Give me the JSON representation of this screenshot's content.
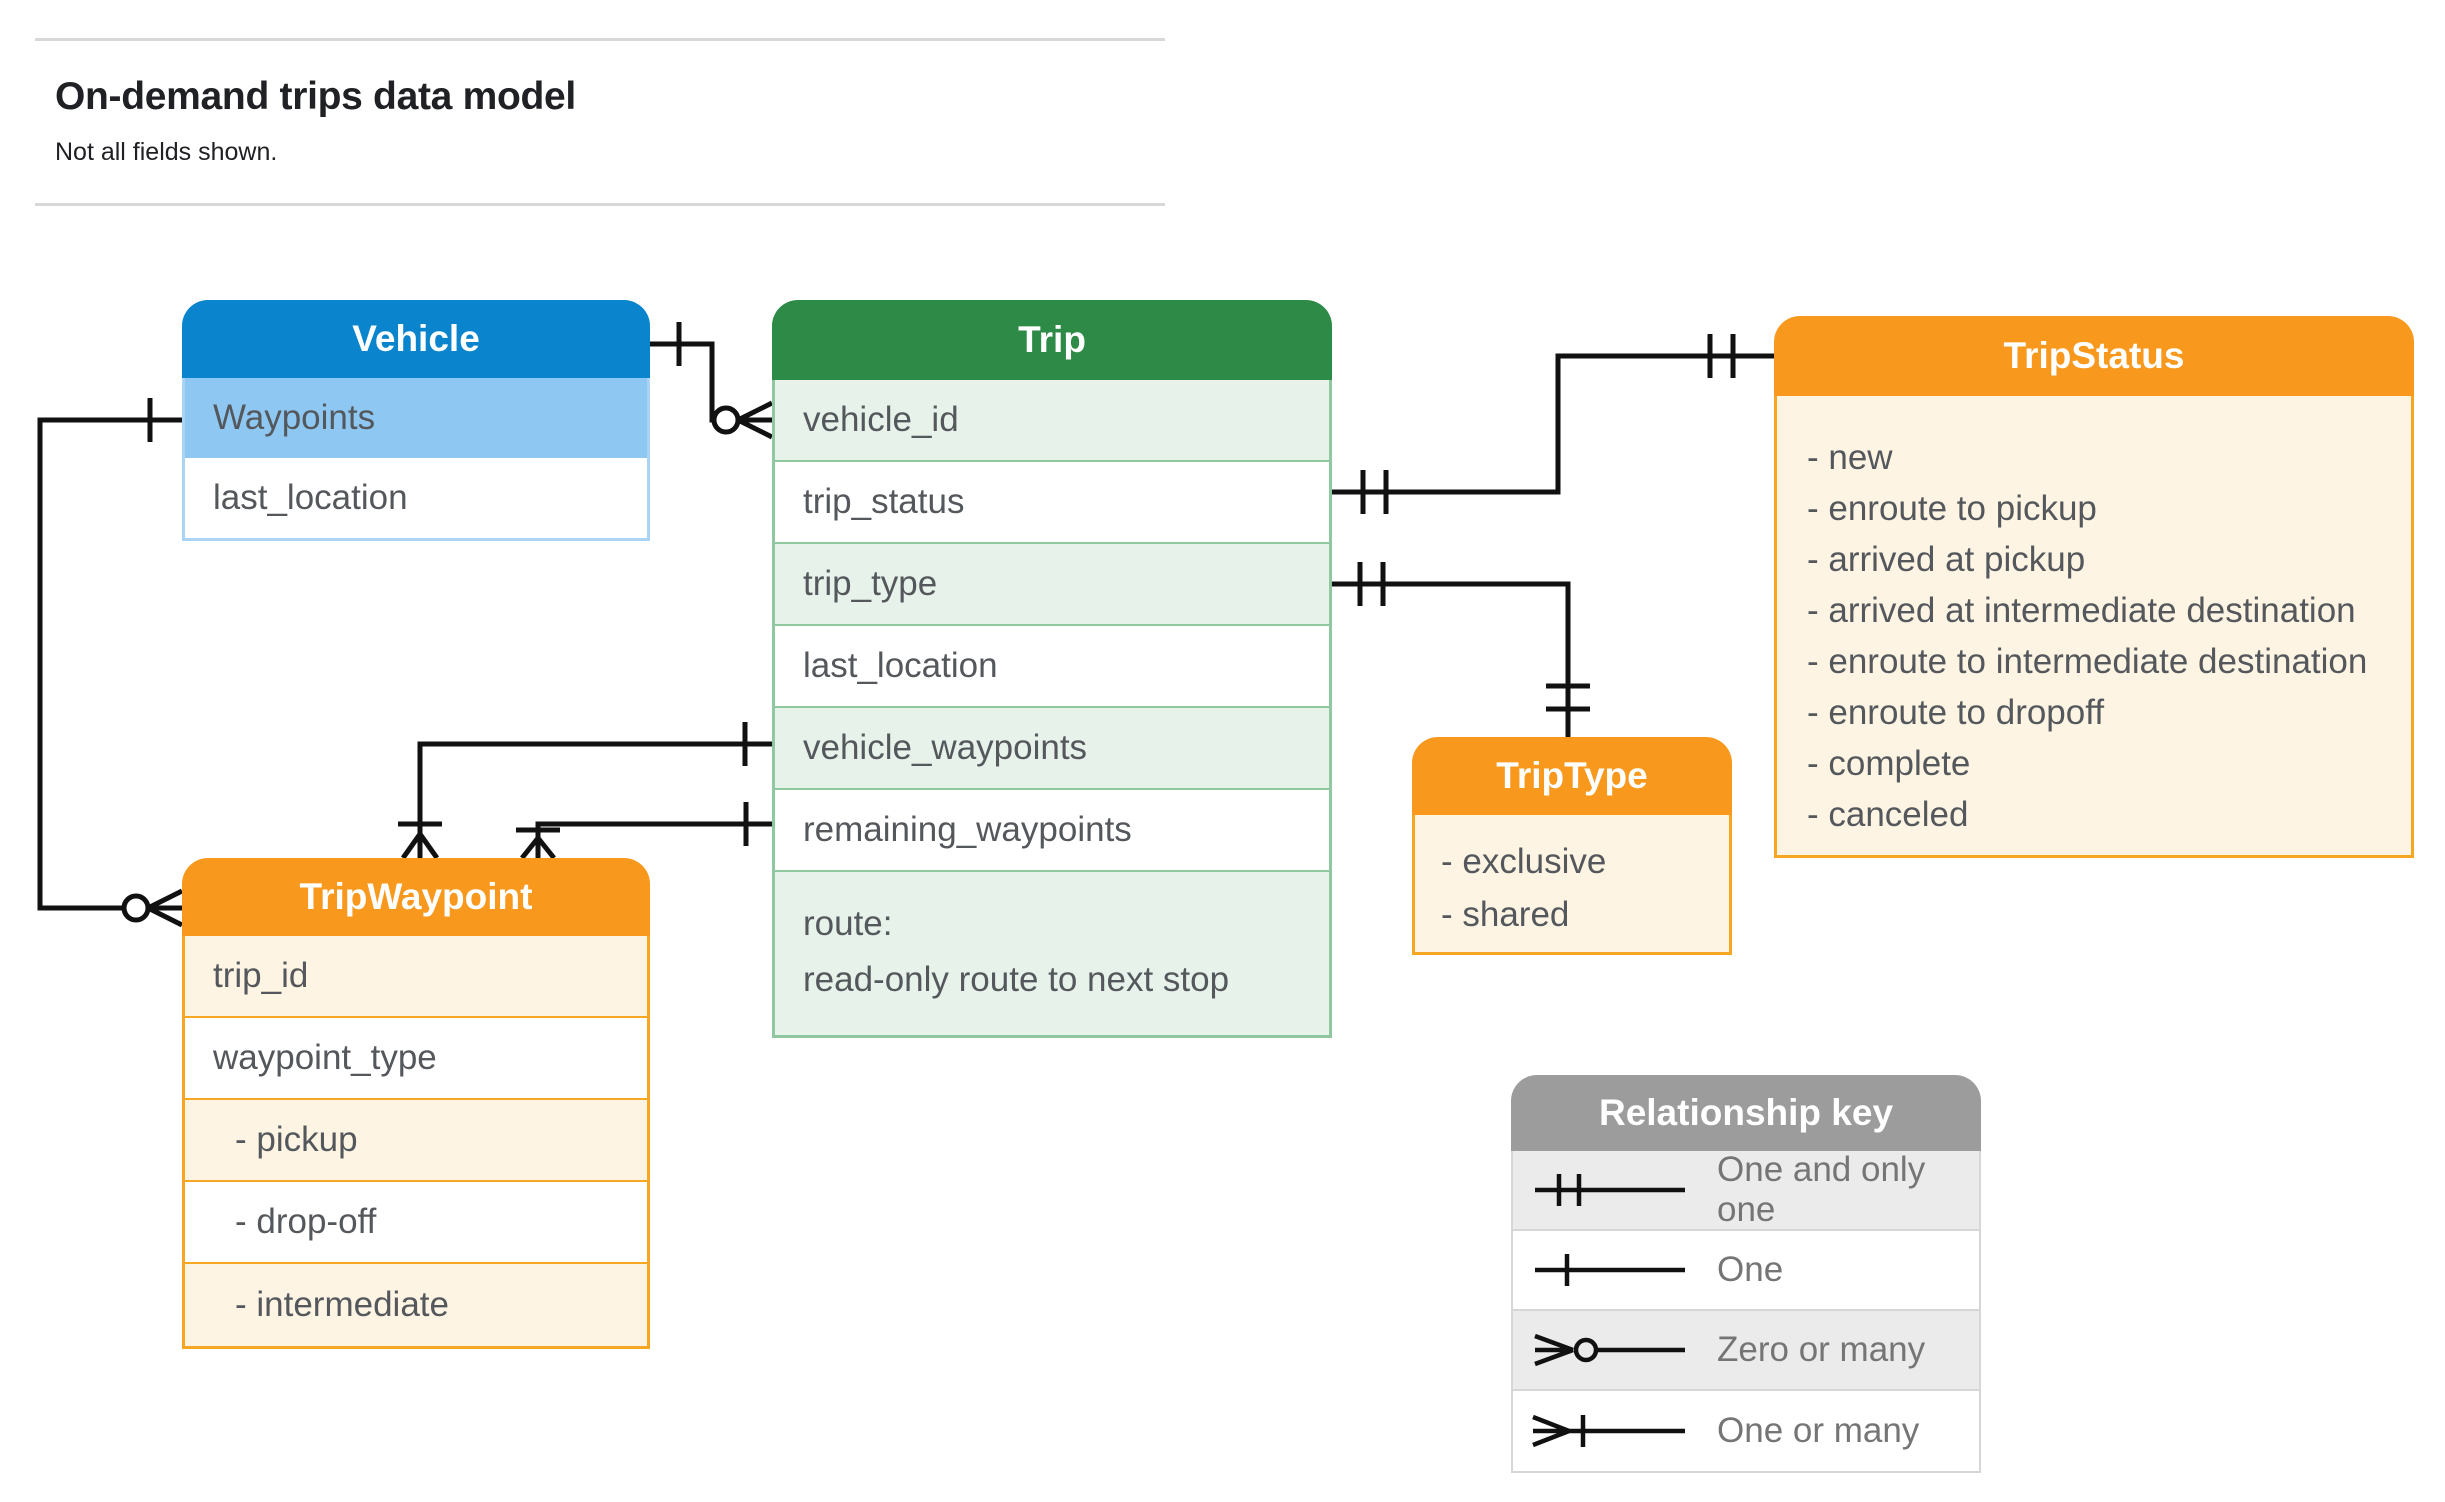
{
  "page": {
    "title": "On-demand trips data model",
    "subtitle": "Not all fields shown."
  },
  "entities": {
    "vehicle": {
      "title": "Vehicle",
      "fields": [
        "Waypoints",
        "last_location"
      ]
    },
    "trip": {
      "title": "Trip",
      "fields": [
        "vehicle_id",
        "trip_status",
        "trip_type",
        "last_location",
        "vehicle_waypoints",
        "remaining_waypoints"
      ],
      "route_line1": "route:",
      "route_line2": "read-only route to next stop"
    },
    "tripstatus": {
      "title": "TripStatus",
      "values": [
        "- new",
        "- enroute to pickup",
        "- arrived at pickup",
        "- arrived at intermediate destination",
        "- enroute to intermediate destination",
        "- enroute to dropoff",
        "- complete",
        "- canceled"
      ]
    },
    "triptype": {
      "title": "TripType",
      "values": [
        "- exclusive",
        "- shared"
      ]
    },
    "tripwaypoint": {
      "title": "TripWaypoint",
      "fields": [
        "trip_id",
        "waypoint_type"
      ],
      "values": [
        "- pickup",
        "- drop-off",
        "- intermediate"
      ]
    }
  },
  "legend": {
    "title": "Relationship key",
    "rows": [
      {
        "symbol": "one-and-only-one",
        "label": "One and only one"
      },
      {
        "symbol": "one",
        "label": "One"
      },
      {
        "symbol": "zero-or-many",
        "label": "Zero or many"
      },
      {
        "symbol": "one-or-many",
        "label": "One or many"
      }
    ]
  },
  "colors": {
    "vehicle_header": "#0a85cd",
    "vehicle_row": "#8ec8f2",
    "vehicle_border": "#a9d4f5",
    "trip_header": "#2e8a47",
    "trip_row": "#e7f3ea",
    "trip_border": "#8fc7a0",
    "enum_header": "#f8991e",
    "enum_row": "#fdf4e3",
    "enum_border": "#f5a623",
    "legend_header": "#9c9c9c",
    "legend_row": "#ebebeb",
    "legend_border": "#d6d6d6",
    "connector": "#111111",
    "field_text": "#54585c",
    "legend_text": "#757575"
  }
}
